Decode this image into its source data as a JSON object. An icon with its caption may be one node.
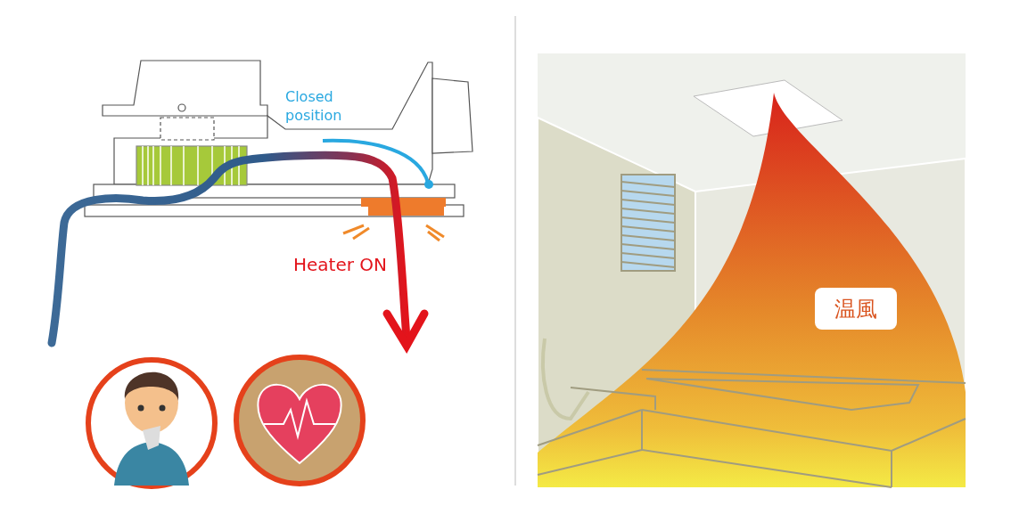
{
  "diagram": {
    "nodes": [
      {
        "text": [
          "温風"
        ]
      }
    ],
    "labels": [
      "Closed position",
      "Heater ON"
    ]
  }
}
